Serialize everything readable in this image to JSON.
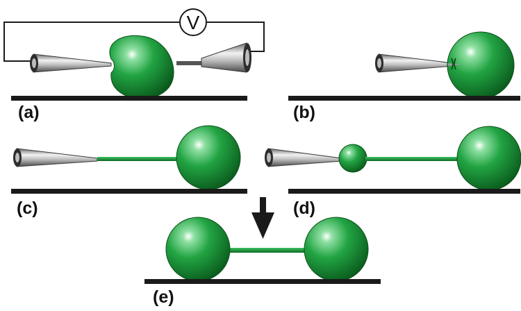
{
  "colors": {
    "vesicle": "#1f9a3c",
    "vesicle_dark": "#0c5c1d",
    "vesicle_light": "#6ad483",
    "tube": "#1f9a3c",
    "surface": "#1a1a1a",
    "pipette_light": "#e8e8e8",
    "pipette_dark": "#555555"
  },
  "panels": {
    "a": {
      "label": "(a)",
      "voltmeter_symbol": "V"
    },
    "b": {
      "label": "(b)"
    },
    "c": {
      "label": "(c)"
    },
    "d": {
      "label": "(d)"
    },
    "e": {
      "label": "(e)"
    }
  },
  "icons": {
    "voltmeter": "voltmeter-circle-icon",
    "arrow": "down-arrow-icon",
    "pipette": "micropipette-icon"
  }
}
